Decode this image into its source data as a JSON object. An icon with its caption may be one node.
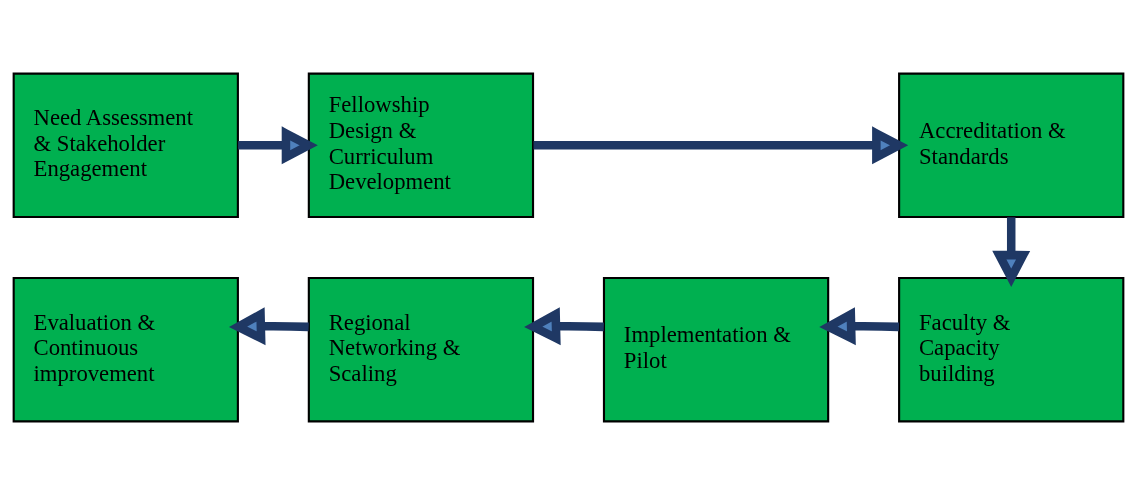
{
  "diagram": {
    "nodes": [
      {
        "text": [
          "Need Assessment & Stakeholder Engagement"
        ]
      },
      {
        "text": [
          "Fellowship Design & Curriculum Development"
        ]
      },
      {
        "text": [
          "Accreditation & Standards"
        ]
      },
      {
        "text": [
          "Faculty & Capacity building"
        ]
      },
      {
        "text": [
          "Implementation & Pilot"
        ]
      },
      {
        "text": [
          "Regional Networking & Scaling"
        ]
      },
      {
        "text": [
          "Evaluation & Continuous improvement"
        ]
      }
    ],
    "edges": [
      {
        "from": 0,
        "to": 1,
        "arrow": "to"
      },
      {
        "from": 1,
        "to": 2,
        "arrow": "to"
      },
      {
        "from": 2,
        "to": 3,
        "arrow": "to"
      },
      {
        "from": 3,
        "to": 4,
        "arrow": "to"
      },
      {
        "from": 4,
        "to": 5,
        "arrow": "to"
      },
      {
        "from": 5,
        "to": 6,
        "arrow": "to"
      }
    ]
  }
}
